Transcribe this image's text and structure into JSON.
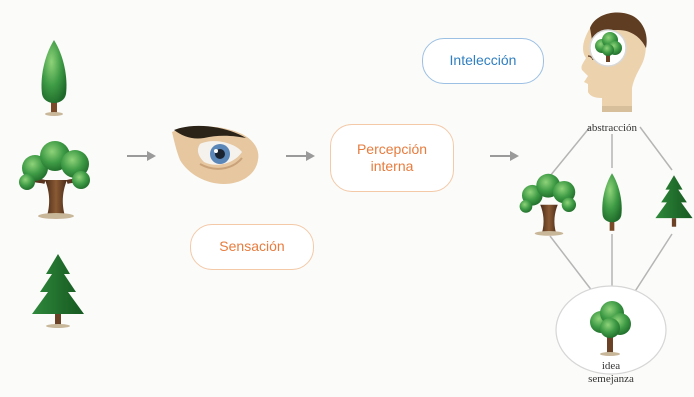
{
  "labels": {
    "sensacion": "Sensación",
    "percepcion_line1": "Percepción",
    "percepcion_line2": "interna",
    "inteleccion": "Intelección",
    "abstraccion": "abstracción",
    "idea_line1": "idea",
    "idea_line2": "semejanza"
  },
  "icons": {
    "tree_cypress": "cypress-tree-icon",
    "tree_oak": "oak-tree-icon",
    "tree_pine": "pine-tree-icon",
    "eye": "eye-icon",
    "head": "human-head-icon",
    "arrow": "right-arrow-icon"
  },
  "colors": {
    "orange_text": "#e77c3e",
    "orange_border": "#f3c9a8",
    "blue_text": "#2f7fc1",
    "blue_border": "#9cc0e3",
    "tree_green": "#3e9b45",
    "trunk_brown": "#6b4226"
  }
}
